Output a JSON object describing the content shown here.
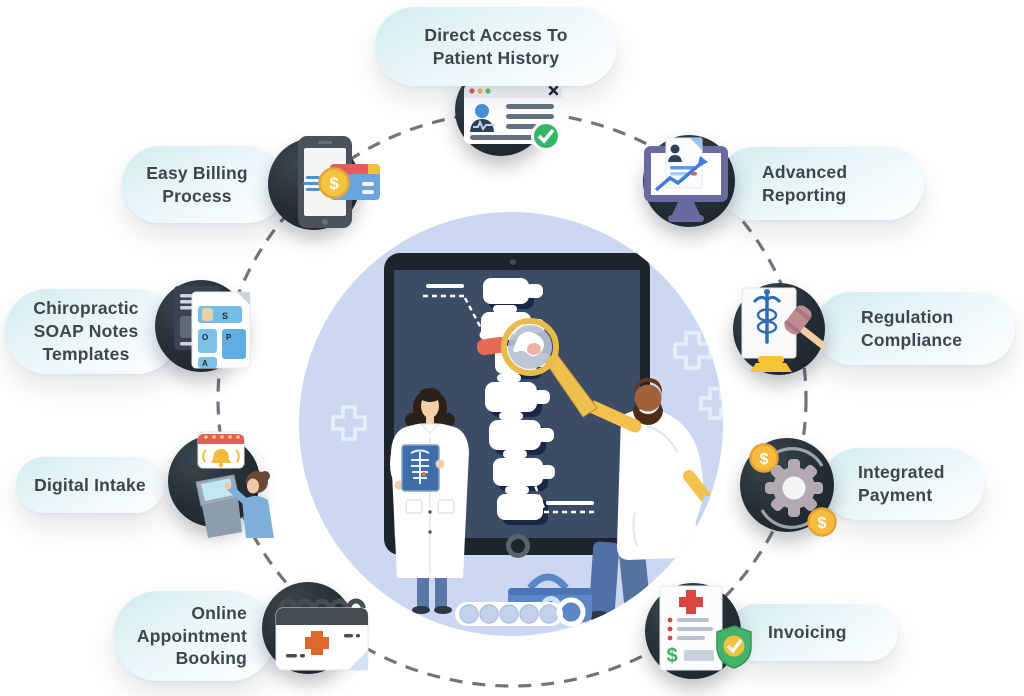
{
  "diagram": {
    "title": "Chiropractic software feature ring",
    "theme": {
      "pill_bg_start": "#d2ebf1",
      "pill_bg_end": "#fdffff",
      "pill_text": "#3d4650",
      "icon_disc": "#232c34",
      "ring_dash": "#6e757c",
      "center_circle": "#ccd8f2",
      "tablet_body": "#1d242c",
      "tablet_screen": "#3c4b66",
      "highlight_disc_red": "#e76a55",
      "magnifier_yellow": "#eec04f",
      "coin_yellow": "#f5bb3d",
      "check_green": "#35b567"
    }
  },
  "features": [
    {
      "id": "patient-history",
      "label": "Direct Access To\nPatient History",
      "icon": "browser-patient-record-icon"
    },
    {
      "id": "advanced-reporting",
      "label": "Advanced\nReporting",
      "icon": "monitor-report-chart-icon"
    },
    {
      "id": "regulation-compliance",
      "label": "Regulation\nCompliance",
      "icon": "caduceus-document-gavel-icon"
    },
    {
      "id": "integrated-payment",
      "label": "Integrated\nPayment",
      "icon": "gear-dollar-coins-icon"
    },
    {
      "id": "invoicing",
      "label": "Invoicing",
      "icon": "invoice-shield-check-icon"
    },
    {
      "id": "online-appointment-booking",
      "label": "Online\nAppointment\nBooking",
      "icon": "calendar-medical-cross-icon"
    },
    {
      "id": "digital-intake",
      "label": "Digital Intake",
      "icon": "checkin-kiosk-icon"
    },
    {
      "id": "soap-notes",
      "label": "Chiropractic\nSOAP Notes\nTemplates",
      "icon": "soap-template-documents-icon"
    },
    {
      "id": "easy-billing",
      "label": "Easy Billing\nProcess",
      "icon": "phone-card-payment-icon"
    }
  ],
  "glyphs": {
    "currency": "$",
    "soap_letters": [
      "S",
      "O",
      "P",
      "A"
    ]
  }
}
